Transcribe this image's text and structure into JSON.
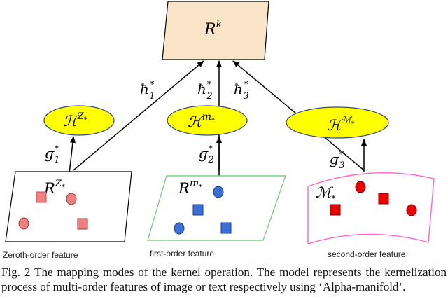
{
  "nodes": {
    "top": {
      "base": "R",
      "sup": "k"
    },
    "h_left": {
      "base": "ℋ",
      "sup_base": "Z",
      "sup_sub": "*"
    },
    "h_mid": {
      "base": "ℋ",
      "sup_base": "m",
      "sup_sub": "*"
    },
    "h_right": {
      "base": "ℋ",
      "sup_base": "ℳ",
      "sup_sub": "*"
    },
    "space_left": {
      "base": "R",
      "sup_base": "Z",
      "sup_sub": "*"
    },
    "space_mid": {
      "base": "R",
      "sup_base": "m",
      "sup_sub": "*"
    },
    "space_right": {
      "base": "ℳ",
      "sub": "*"
    }
  },
  "edges": {
    "hbar1": {
      "base": "ħ",
      "sup": "*",
      "sub": "1"
    },
    "hbar2": {
      "base": "ħ",
      "sup": "*",
      "sub": "2"
    },
    "hbar3": {
      "base": "ħ",
      "sup": "*",
      "sub": "3"
    },
    "g1": {
      "base": "ɡ",
      "sup": "*",
      "sub": "1"
    },
    "g2": {
      "base": "ɡ",
      "sup": "*",
      "sub": "2"
    },
    "g3": {
      "base": "ɡ",
      "sup": "*",
      "sub": "3"
    }
  },
  "feature_labels": {
    "left": "Zeroth-order feature",
    "mid": "first-order feature",
    "right": "second-order feature"
  },
  "colors": {
    "top_box_fill": "#fbe5c8",
    "ellipse_fill": "#ffff00",
    "ellipse_stroke": "#2e4a8a",
    "left_shape_fill": "#f08080",
    "mid_border": "#7fd17f",
    "mid_shape_fill": "#3a6fd8",
    "right_border": "#ff66cc",
    "right_shape_fill": "#ee0000"
  },
  "caption": "Fig. 2 The mapping modes of the kernel operation. The model represents the kernelization process of multi-order features of image or text respectively using ‘Alpha-manifold’."
}
